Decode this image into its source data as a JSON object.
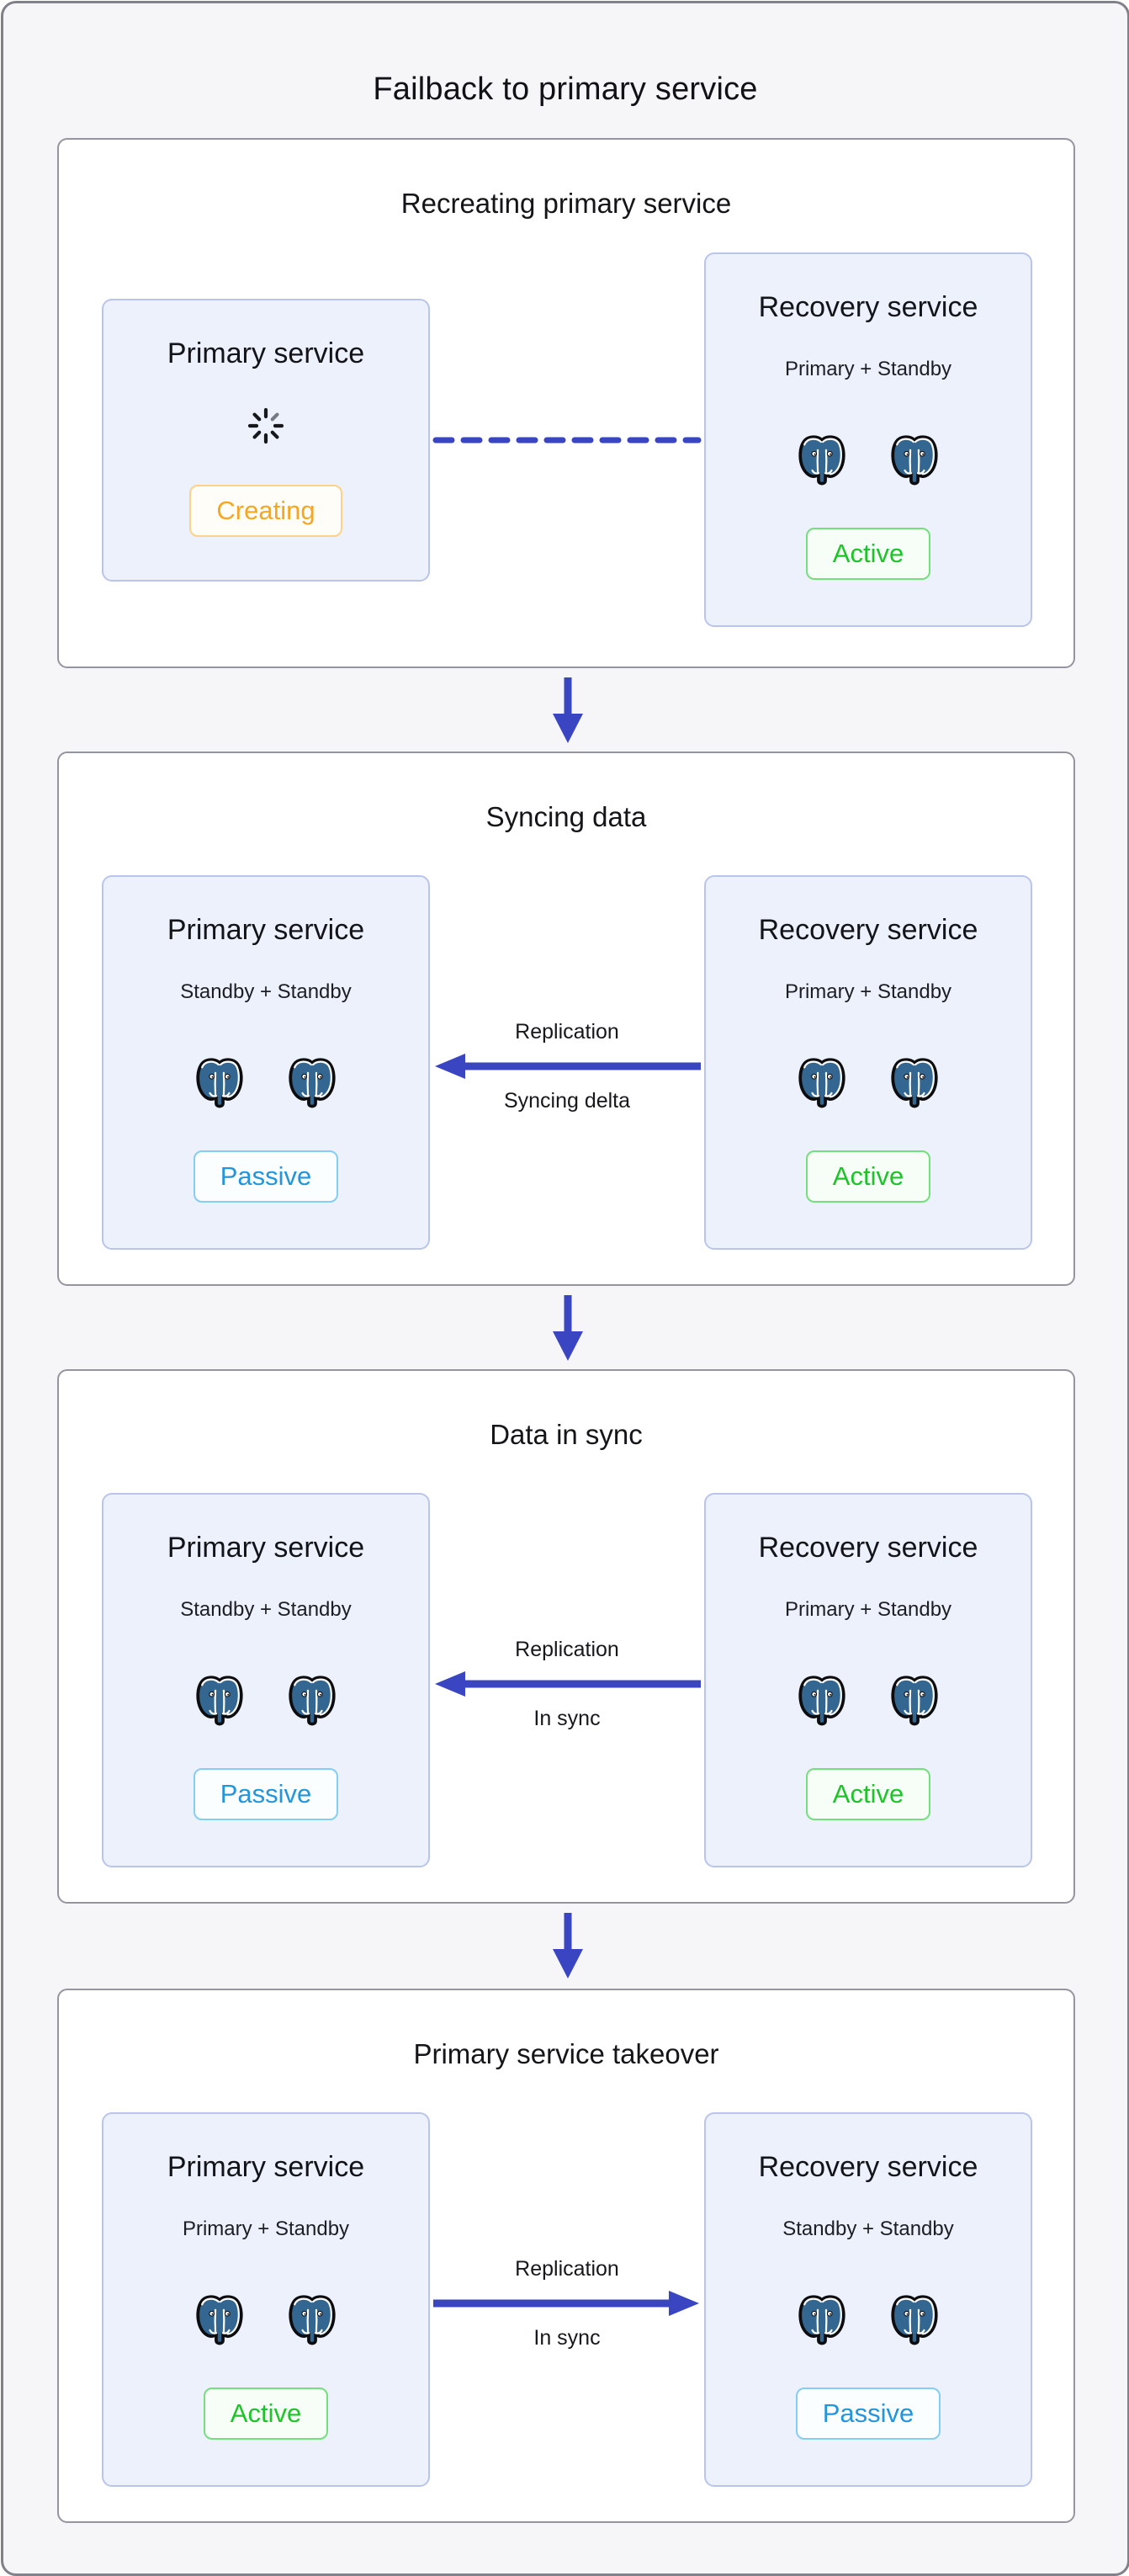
{
  "title": "Failback to primary service",
  "stages": [
    {
      "title": "Recreating primary service",
      "left": {
        "title": "Primary service",
        "icon": "spinner-icon",
        "badge": {
          "label": "Creating",
          "variant": "creating"
        }
      },
      "right": {
        "title": "Recovery service",
        "subtitle": "Primary + Standby",
        "icon": "postgres-elephant-icon",
        "badge": {
          "label": "Active",
          "variant": "active"
        }
      },
      "connector": {
        "type": "dashed",
        "label_top": "",
        "label_bottom": ""
      }
    },
    {
      "title": "Syncing data",
      "left": {
        "title": "Primary service",
        "subtitle": "Standby + Standby",
        "icon": "postgres-elephant-icon",
        "badge": {
          "label": "Passive",
          "variant": "passive"
        }
      },
      "right": {
        "title": "Recovery service",
        "subtitle": "Primary + Standby",
        "icon": "postgres-elephant-icon",
        "badge": {
          "label": "Active",
          "variant": "active"
        }
      },
      "connector": {
        "type": "arrow-left",
        "label_top": "Replication",
        "label_bottom": "Syncing delta"
      }
    },
    {
      "title": "Data in sync",
      "left": {
        "title": "Primary service",
        "subtitle": "Standby + Standby",
        "icon": "postgres-elephant-icon",
        "badge": {
          "label": "Passive",
          "variant": "passive"
        }
      },
      "right": {
        "title": "Recovery service",
        "subtitle": "Primary + Standby",
        "icon": "postgres-elephant-icon",
        "badge": {
          "label": "Active",
          "variant": "active"
        }
      },
      "connector": {
        "type": "arrow-left",
        "label_top": "Replication",
        "label_bottom": "In sync"
      }
    },
    {
      "title": "Primary service takeover",
      "left": {
        "title": "Primary service",
        "subtitle": "Primary + Standby",
        "icon": "postgres-elephant-icon",
        "badge": {
          "label": "Active",
          "variant": "active"
        }
      },
      "right": {
        "title": "Recovery service",
        "subtitle": "Standby + Standby",
        "icon": "postgres-elephant-icon",
        "badge": {
          "label": "Passive",
          "variant": "passive"
        }
      },
      "connector": {
        "type": "arrow-right",
        "label_top": "Replication",
        "label_bottom": "In sync"
      }
    }
  ],
  "icons": {
    "database": "postgres-elephant-icon",
    "loading": "spinner-icon",
    "flow": "arrow-down-icon"
  },
  "colors": {
    "arrow_blue": "#3a46c1",
    "elephant_blue": "#336791",
    "creating_orange": "#f5a623",
    "active_green": "#1ec32a",
    "passive_blue": "#2395da"
  }
}
